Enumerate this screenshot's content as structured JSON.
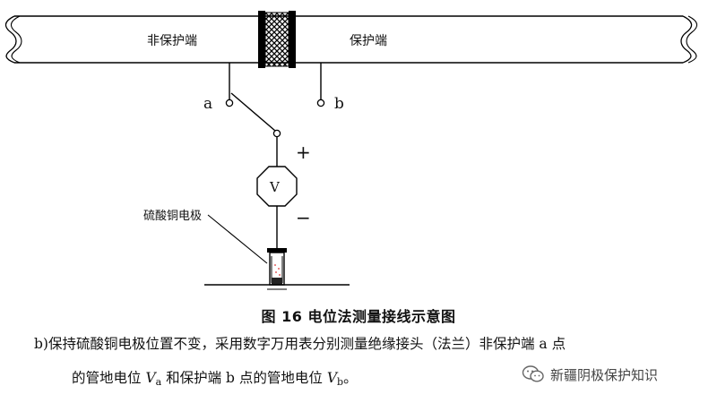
{
  "labels": {
    "non_protected_end": "非保护端",
    "protected_end": "保护端",
    "point_a": "a",
    "point_b": "b",
    "plus": "+",
    "minus": "−",
    "voltmeter": "V",
    "electrode": "硫酸铜电极"
  },
  "caption": "图 16 电位法测量接线示意图",
  "text": {
    "line1": "b)保持硫酸铜电极位置不变，采用数字万用表分别测量绝缘接头（法兰）非保护端 a 点",
    "line2_part1": "的管地电位 ",
    "va_var": "V",
    "va_sub": "a",
    "line2_part2": " 和保护端 b 点的管地电位 ",
    "vb_var": "V",
    "vb_sub": "b",
    "line2_part3": "。"
  },
  "watermark": {
    "text": "新疆阴极保护知识",
    "icon": "wechat-icon"
  }
}
